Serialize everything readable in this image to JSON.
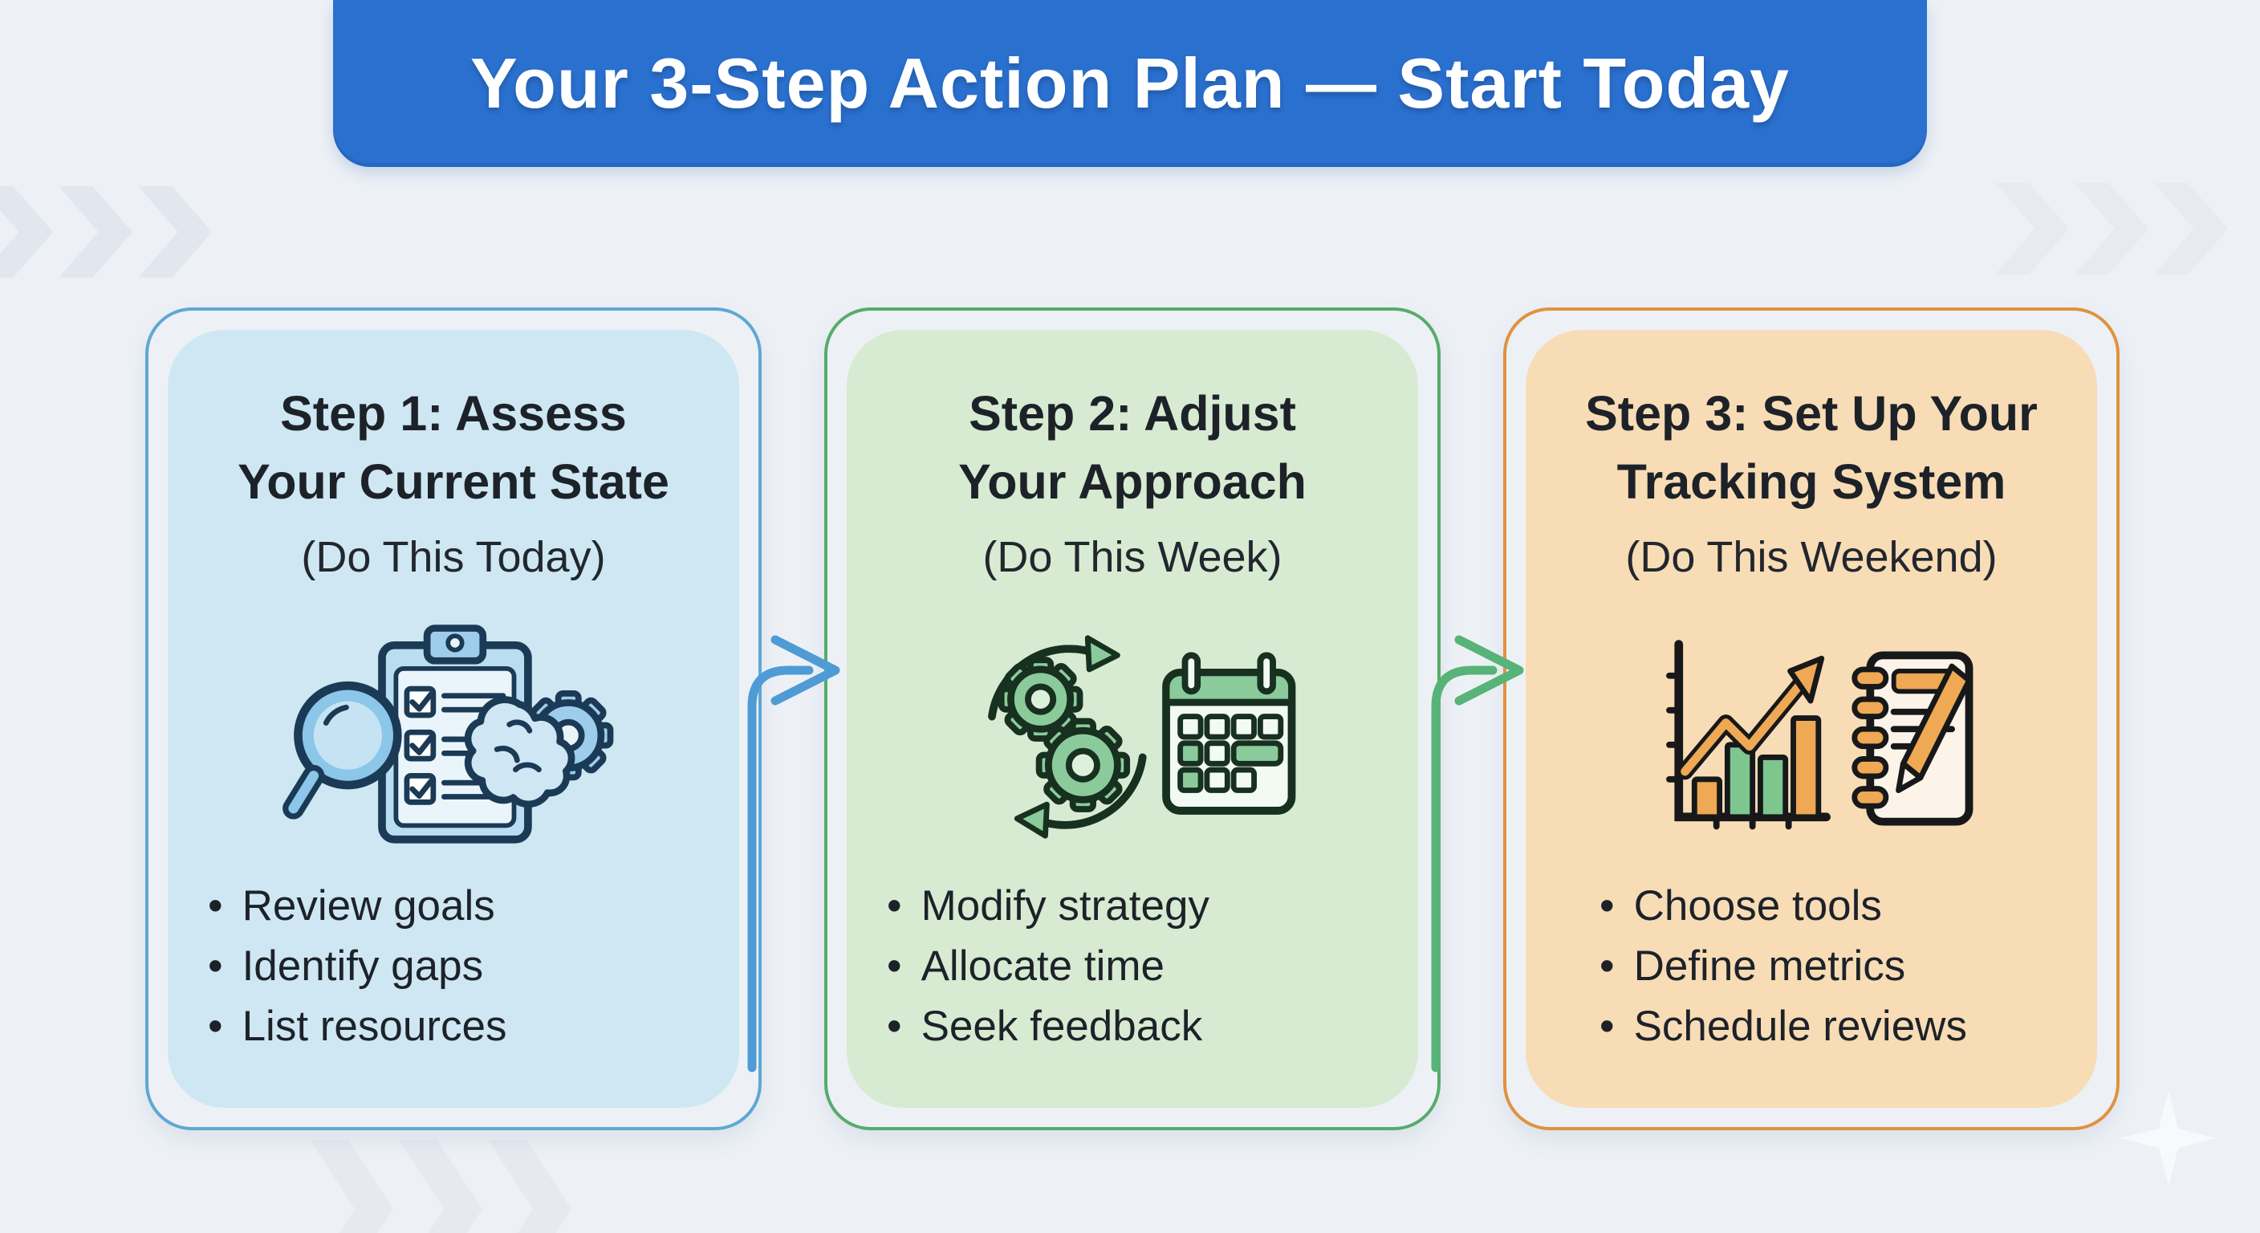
{
  "banner": {
    "title": "Your 3-Step Action Plan — Start Today",
    "bg_color": "#2a70cf",
    "text_color": "#ffffff"
  },
  "glyphs": {
    "bullet": "•"
  },
  "steps": [
    {
      "title_line1": "Step 1: Assess",
      "title_line2": "Your Current State",
      "timeframe": "(Do This Today)",
      "icon": "magnifier-checklist-brain-gear",
      "bullets": [
        "Review goals",
        "Identify gaps",
        "List resources"
      ],
      "accent_color": "#5fa8d3",
      "fill_color": "#cee7f3"
    },
    {
      "title_line1": "Step 2: Adjust",
      "title_line2": "Your Approach",
      "timeframe": "(Do This Week)",
      "icon": "sync-gears-calendar",
      "bullets": [
        "Modify strategy",
        "Allocate time",
        "Seek feedback"
      ],
      "accent_color": "#58ab6c",
      "fill_color": "#d6ebd2"
    },
    {
      "title_line1": "Step 3: Set Up Your",
      "title_line2": "Tracking System",
      "timeframe": "(Do This Weekend)",
      "icon": "growth-chart-notebook-pen",
      "bullets": [
        "Choose tools",
        "Define metrics",
        "Schedule reviews"
      ],
      "accent_color": "#e0923e",
      "fill_color": "#f8dcb5"
    }
  ],
  "connectors": [
    {
      "color": "#4f9bd5"
    },
    {
      "color": "#57b377"
    }
  ]
}
